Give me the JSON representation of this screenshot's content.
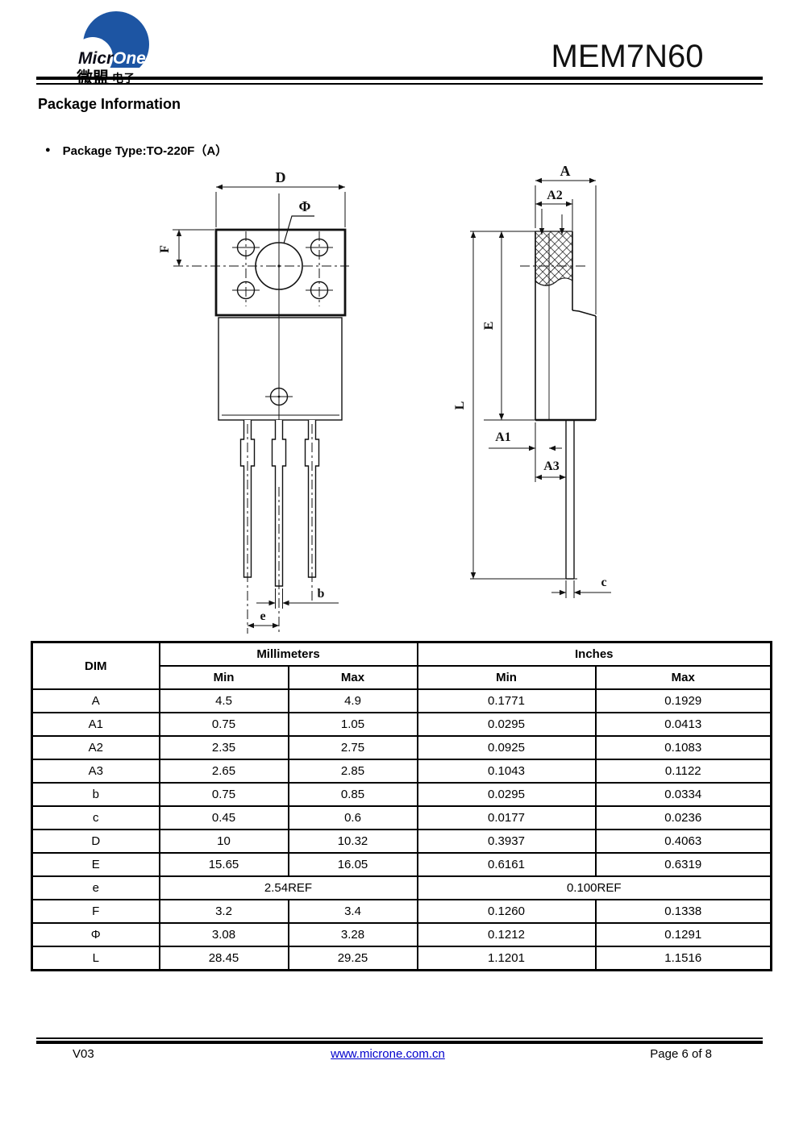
{
  "header": {
    "title": "MEM7N60",
    "logo": {
      "latin_left": "Micr",
      "latin_right": "One",
      "cn_main": "微盟",
      "cn_sub": "电子"
    }
  },
  "section": {
    "heading": "Package Information",
    "package_type": "Package Type:TO-220F（A）"
  },
  "drawing": {
    "front": {
      "d": "D",
      "phi": "Φ",
      "f": "F",
      "b": "b",
      "e": "e"
    },
    "side": {
      "a": "A",
      "a2": "A2",
      "e": "E",
      "l": "L",
      "a1": "A1",
      "a3": "A3",
      "c": "c"
    }
  },
  "table": {
    "dim_header": "DIM",
    "mm_header": "Millimeters",
    "in_header": "Inches",
    "min": "Min",
    "max": "Max",
    "rows": [
      {
        "dim": "A",
        "mm_min": "4.5",
        "mm_max": "4.9",
        "in_min": "0.1771",
        "in_max": "0.1929"
      },
      {
        "dim": "A1",
        "mm_min": "0.75",
        "mm_max": "1.05",
        "in_min": "0.0295",
        "in_max": "0.0413"
      },
      {
        "dim": "A2",
        "mm_min": "2.35",
        "mm_max": "2.75",
        "in_min": "0.0925",
        "in_max": "0.1083"
      },
      {
        "dim": "A3",
        "mm_min": "2.65",
        "mm_max": "2.85",
        "in_min": "0.1043",
        "in_max": "0.1122"
      },
      {
        "dim": "b",
        "mm_min": "0.75",
        "mm_max": "0.85",
        "in_min": "0.0295",
        "in_max": "0.0334"
      },
      {
        "dim": "c",
        "mm_min": "0.45",
        "mm_max": "0.6",
        "in_min": "0.0177",
        "in_max": "0.0236"
      },
      {
        "dim": "D",
        "mm_min": "10",
        "mm_max": "10.32",
        "in_min": "0.3937",
        "in_max": "0.4063"
      },
      {
        "dim": "E",
        "mm_min": "15.65",
        "mm_max": "16.05",
        "in_min": "0.6161",
        "in_max": "0.6319"
      },
      {
        "dim": "e",
        "mm_ref": "2.54REF",
        "in_ref": "0.100REF"
      },
      {
        "dim": "F",
        "mm_min": "3.2",
        "mm_max": "3.4",
        "in_min": "0.1260",
        "in_max": "0.1338"
      },
      {
        "dim": "Φ",
        "mm_min": "3.08",
        "mm_max": "3.28",
        "in_min": "0.1212",
        "in_max": "0.1291"
      },
      {
        "dim": "L",
        "mm_min": "28.45",
        "mm_max": "29.25",
        "in_min": "1.1201",
        "in_max": "1.1516"
      }
    ]
  },
  "footer": {
    "version": "V03",
    "link": "www.microne.com.cn",
    "page": "Page 6 of 8"
  },
  "colors": {
    "logo_blue": "#1d55a3",
    "link_blue": "#0000cc",
    "ink": "#111111"
  }
}
